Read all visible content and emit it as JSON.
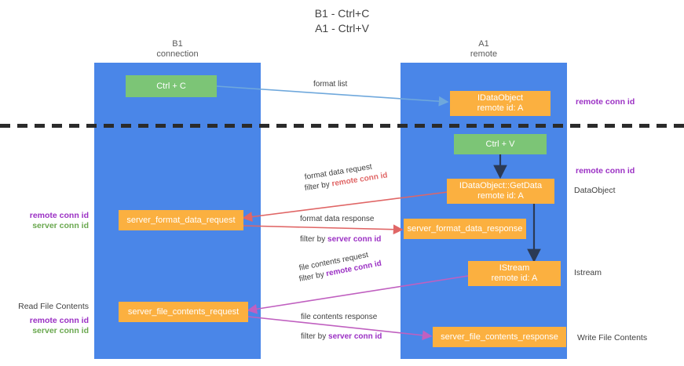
{
  "title": {
    "line1": "B1 - Ctrl+C",
    "line2": "A1 - Ctrl+V"
  },
  "columns": [
    {
      "name": "B1",
      "role": "connection"
    },
    {
      "name": "A1",
      "role": "remote"
    }
  ],
  "nodes": {
    "ctrl_c": {
      "label": "Ctrl + C"
    },
    "idataobject": {
      "line1": "IDataObject",
      "line2": "remote id: A"
    },
    "ctrl_v": {
      "label": "Ctrl + V"
    },
    "getdata": {
      "line1": "IDataObject::GetData",
      "line2": "remote id: A"
    },
    "server_format_data_request": {
      "label": "server_format_data_request"
    },
    "server_format_data_response": {
      "label": "server_format_data_response"
    },
    "istream": {
      "line1": "IStream",
      "line2": "remote id: A"
    },
    "server_file_contents_request": {
      "label": "server_file_contents_request"
    },
    "server_file_contents_response": {
      "label": "server_file_contents_response"
    }
  },
  "edges": {
    "format_list": {
      "label": "format list"
    },
    "format_data_request": {
      "label": "format data request",
      "filter_prefix": "filter by ",
      "filter_key": "remote conn id"
    },
    "format_data_response": {
      "label": "format data response",
      "filter_prefix": "filter by ",
      "filter_key": "server conn id"
    },
    "file_contents_request": {
      "label": "file contents request",
      "filter_prefix": "filter by ",
      "filter_key": "remote conn id"
    },
    "file_contents_response": {
      "label": "file contents response",
      "filter_prefix": "filter by ",
      "filter_key": "server conn id"
    }
  },
  "annotations": {
    "right_remote_conn_id_top": "remote conn id",
    "right_remote_conn_id_mid": "remote conn id",
    "right_dataobject": "DataObject",
    "right_istream": "Istream",
    "right_write_file_contents": "Write File Contents",
    "left_remote_conn_id_1": "remote conn id",
    "left_server_conn_id_1": "server conn id",
    "left_read_file_contents": "Read File Contents",
    "left_remote_conn_id_2": "remote conn id",
    "left_server_conn_id_2": "server conn id"
  },
  "colors": {
    "lane": "#4a86e8",
    "green_node": "#7cc576",
    "orange_node": "#fbb040",
    "purple": "#9b30c4",
    "green_text": "#6aa84f",
    "red_arrow": "#e06666",
    "magenta_arrow": "#c060c0",
    "blue_arrow": "#6fa8dc",
    "divider": "#2b2b2b"
  }
}
